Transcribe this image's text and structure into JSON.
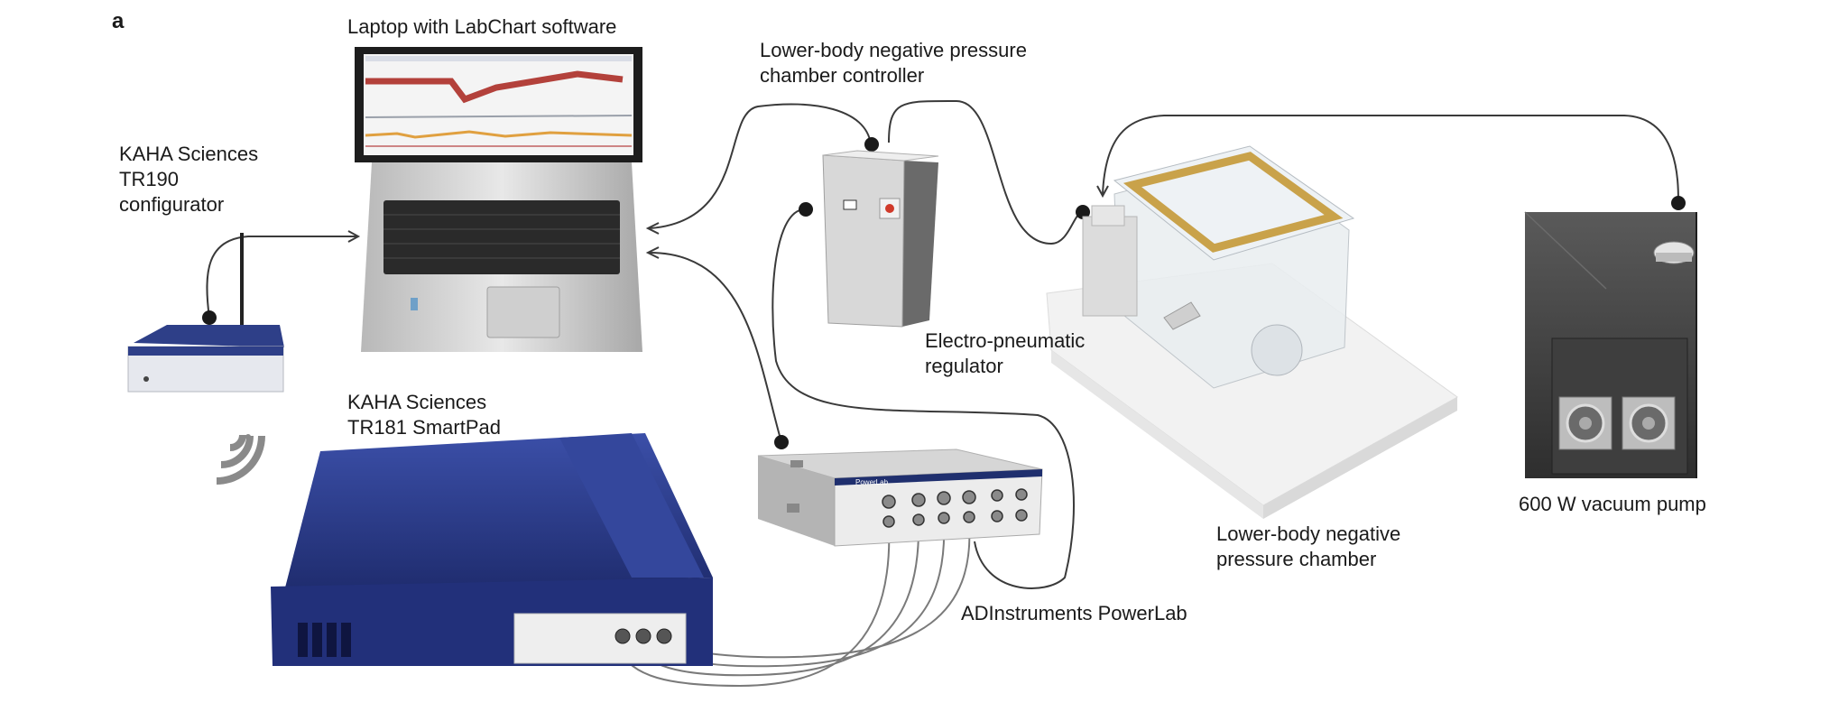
{
  "panel_letter": "a",
  "labels": {
    "laptop": "Laptop with LabChart software",
    "lbnp_controller": [
      "Lower-body negative pressure",
      "chamber controller"
    ],
    "configurator": [
      "KAHA Sciences",
      "TR190",
      "configurator"
    ],
    "regulator": [
      "Electro-pneumatic",
      "regulator"
    ],
    "smartpad": [
      "KAHA Sciences",
      "TR181 SmartPad"
    ],
    "pump": "600 W vacuum pump",
    "chamber": [
      "Lower-body negative",
      "pressure chamber"
    ],
    "powerlab": "ADInstruments PowerLab"
  },
  "device_text": {
    "powerlab_brand": "PowerLab"
  },
  "colors": {
    "cable": "#3a3a3a",
    "smartpad_blue": "#2b3d8f",
    "chamber_frame": "#c9a24a",
    "trace_red": "#b3413b"
  }
}
